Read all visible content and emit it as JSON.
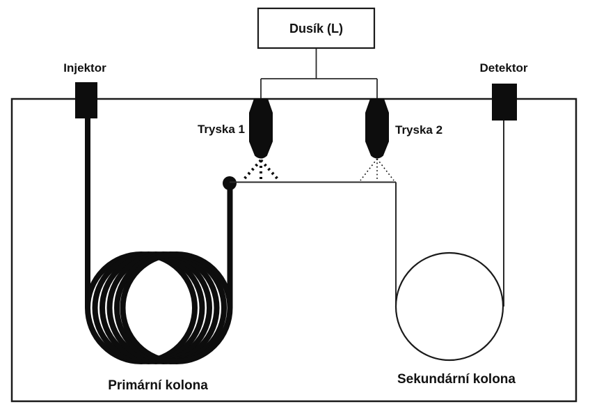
{
  "diagram": {
    "type": "gcxgc-instrument-schematic",
    "labels": {
      "nitrogen_supply": "Dusík (L)",
      "injector": "Injektor",
      "detector": "Detektor",
      "nozzle1": "Tryska 1",
      "nozzle2": "Tryska 2",
      "primary_column": "Primární kolona",
      "secondary_column": "Sekundární kolona"
    },
    "colors": {
      "line": "#1a1a1a",
      "thin_line": "#2a2a2a",
      "fill": "#0d0d0d",
      "background": "#ffffff"
    }
  }
}
